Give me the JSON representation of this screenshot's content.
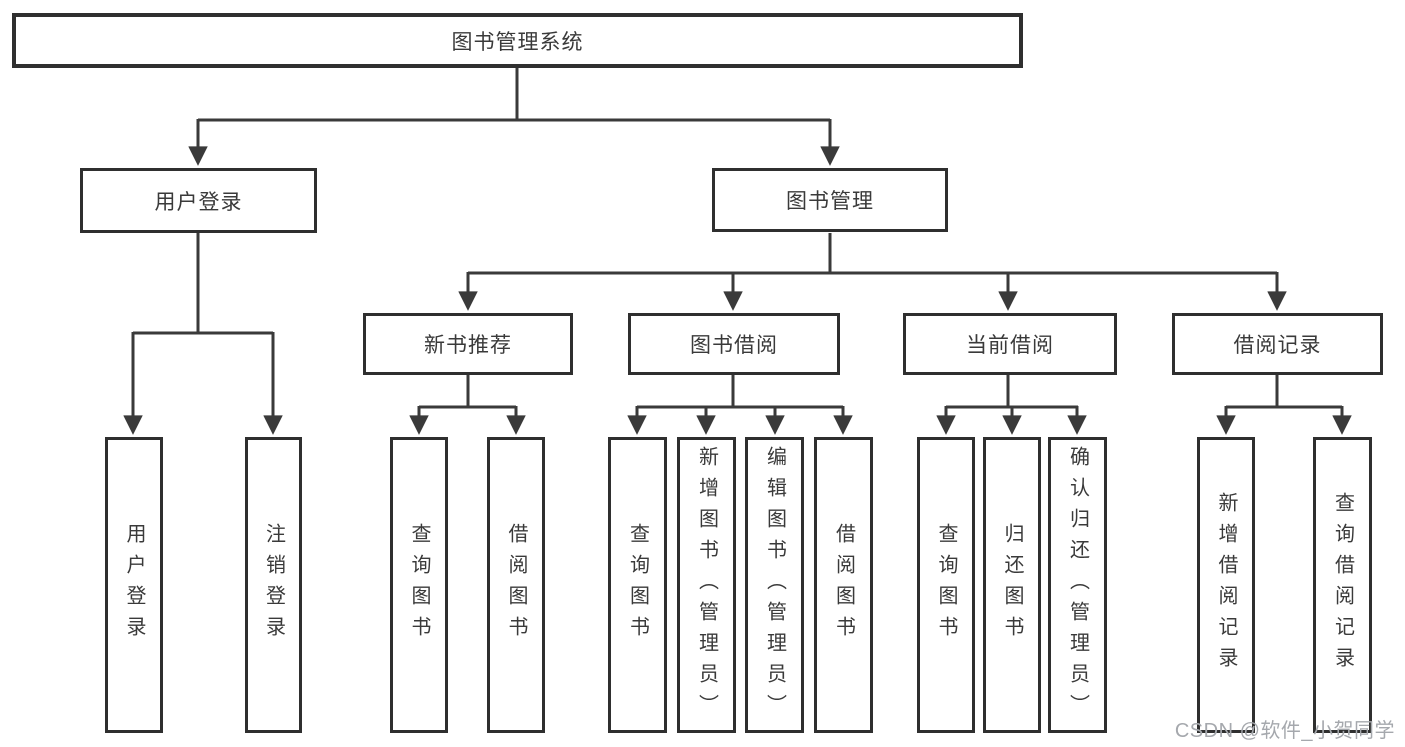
{
  "tree": {
    "root": "图书管理系统",
    "level2": [
      {
        "label": "用户登录",
        "children": [
          "用户登录",
          "注销登录"
        ]
      },
      {
        "label": "图书管理",
        "children": [
          {
            "label": "新书推荐",
            "children": [
              "查询图书",
              "借阅图书"
            ]
          },
          {
            "label": "图书借阅",
            "children": [
              "查询图书",
              "新增图书（管理员）",
              "编辑图书（管理员）",
              "借阅图书"
            ]
          },
          {
            "label": "当前借阅",
            "children": [
              "查询图书",
              "归还图书",
              "确认归还（管理员）"
            ]
          },
          {
            "label": "借阅记录",
            "children": [
              "新增借阅记录",
              "查询借阅记录"
            ]
          }
        ]
      }
    ]
  },
  "watermark": "CSDN @软件_小贺同学",
  "colors": {
    "line": "#3a3a3a",
    "border": "#2f2f2f",
    "text": "#3a3a3a",
    "watermark": "#a5a8ad",
    "background": "#ffffff"
  }
}
